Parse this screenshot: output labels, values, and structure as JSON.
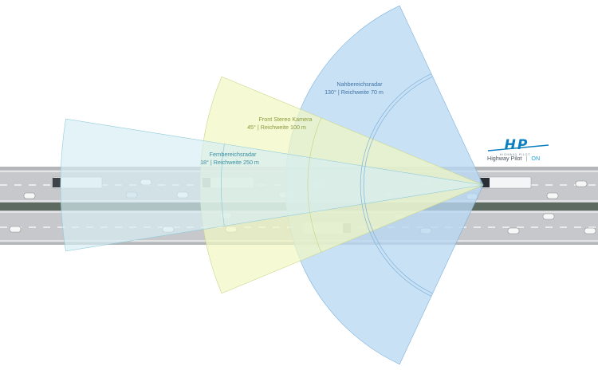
{
  "sensors": {
    "long_range_radar": {
      "name": "Fernbereichsradar",
      "spec": "18° | Reichweite 250 m",
      "fill": "#d6eef3",
      "stroke": "#8fcbd8",
      "label_color": "#3a8fa3"
    },
    "stereo_camera": {
      "name": "Front Stereo Kamera",
      "spec": "45° | Reichweite 100 m",
      "fill": "#f1f6c4",
      "stroke": "#c9d78a",
      "label_color": "#8c9a3a"
    },
    "short_range_radar": {
      "name": "Nahbereichsradar",
      "spec": "130° | Reichweite 70 m",
      "fill": "#b9d9f2",
      "stroke": "#7fb2dc",
      "label_color": "#3f74a8"
    }
  },
  "badge": {
    "logo_text": "HP",
    "logo_sub": "HIGHWAY PILOT",
    "status_label": "Highway Pilot",
    "separator": "|",
    "status_value": "ON",
    "accent": "#1e9fd8"
  },
  "colors": {
    "road": "#c6c8cb",
    "median": "#5d6a60",
    "lane_marking": "#ffffff",
    "truck_body": "#f4f5f6"
  }
}
